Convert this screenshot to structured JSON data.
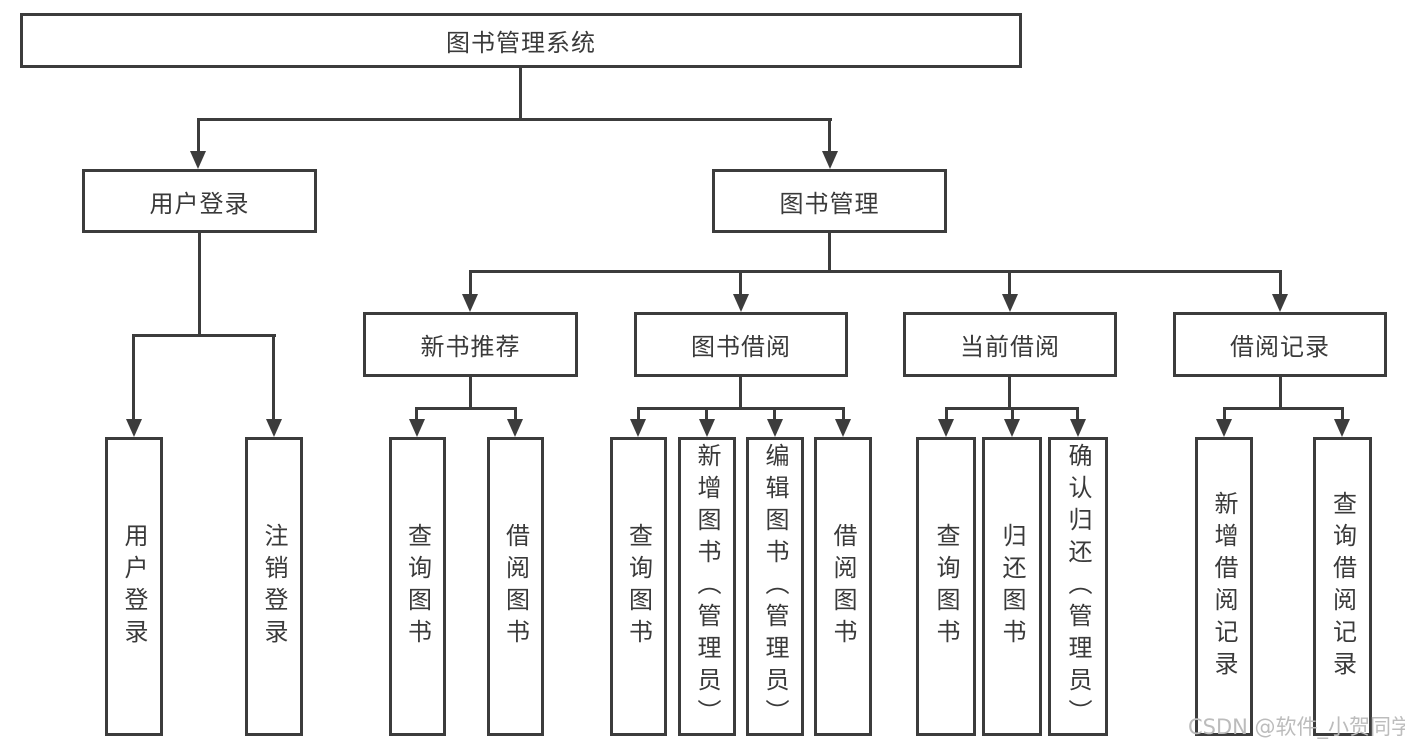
{
  "tree": {
    "root": "图书管理系统",
    "children": [
      {
        "label": "用户登录",
        "children": [
          "用户登录",
          "注销登录"
        ]
      },
      {
        "label": "图书管理",
        "children": [
          {
            "label": "新书推荐",
            "children": [
              "查询图书",
              "借阅图书"
            ]
          },
          {
            "label": "图书借阅",
            "children": [
              "查询图书",
              "新增图书（管理员）",
              "编辑图书（管理员）",
              "借阅图书"
            ]
          },
          {
            "label": "当前借阅",
            "children": [
              "查询图书",
              "归还图书",
              "确认归还（管理员）"
            ]
          },
          {
            "label": "借阅记录",
            "children": [
              "新增借阅记录",
              "查询借阅记录"
            ]
          }
        ]
      }
    ]
  },
  "colors": {
    "line": "#3c3c3c",
    "text": "#3a3a3a",
    "watermark": "#bcbcbc"
  },
  "watermark": {
    "text": "CSDN @软件_小贺同学"
  }
}
